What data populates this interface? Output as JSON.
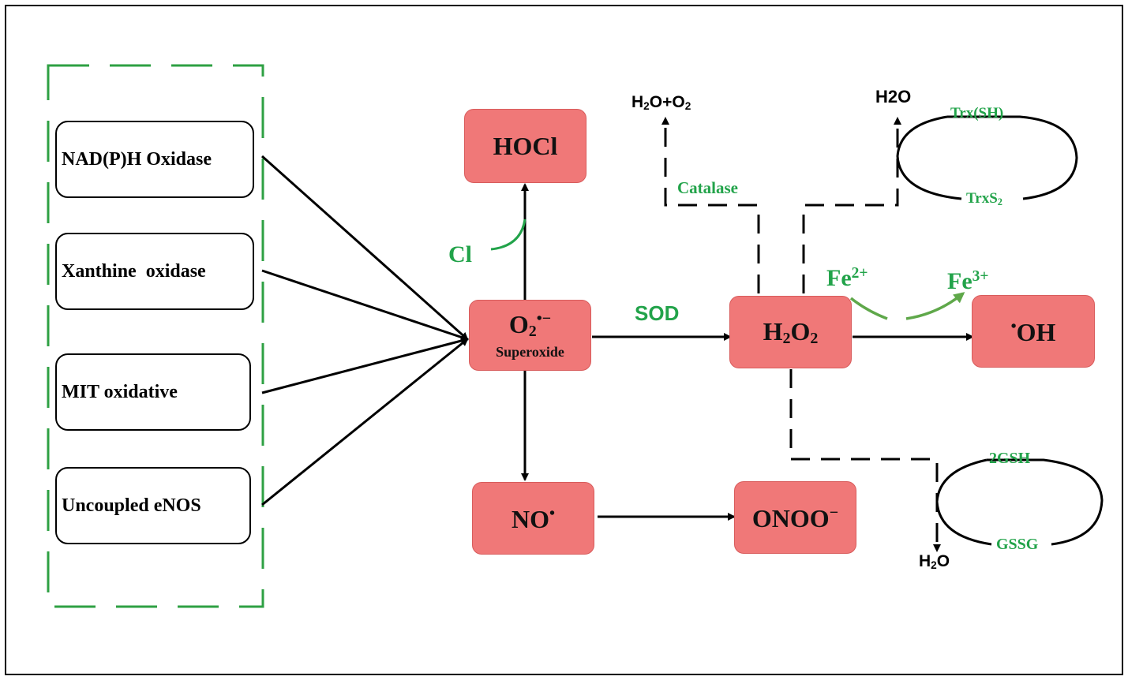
{
  "sources": [
    "NAD(P)H Oxidase",
    "Xanthine  oxidase",
    "MIT oxidative",
    "Uncoupled eNOS"
  ],
  "nodes": {
    "hocl": "HOCl",
    "superoxide_formula": "O",
    "superoxide_sub": "2",
    "superoxide_sup": "•−",
    "superoxide_name": "Superoxide",
    "no": "NO",
    "no_sup": "•",
    "h2o2_a": "H",
    "h2o2_sub1": "2",
    "h2o2_b": "O",
    "h2o2_sub2": "2",
    "oh_dot": "•",
    "oh": "OH",
    "onoo": "ONOO",
    "onoo_sup": "−"
  },
  "labels": {
    "cl": "Cl",
    "sod": "SOD",
    "catalase": "Catalase",
    "fe2": "Fe",
    "fe2_sup": "2+",
    "fe3": "Fe",
    "fe3_sup": "3+",
    "h2o_o2_a": "H",
    "h2o_o2_sub1": "2",
    "h2o_o2_b": "O+O",
    "h2o_o2_sub2": "2",
    "h2o_top": "H2O",
    "trx_sh": "Trx(SH)",
    "trxs2_a": "TrxS",
    "trxs2_sub": "2",
    "gsh": "2GSH",
    "gssg": "GSSG",
    "h2o_bottom_a": "H",
    "h2o_bottom_sub": "2",
    "h2o_bottom_b": "O"
  },
  "colors": {
    "ros_fill": "#f07878",
    "ros_border": "#d85c5c",
    "green": "#22a34a",
    "iron_arrow": "#5fa84a"
  }
}
